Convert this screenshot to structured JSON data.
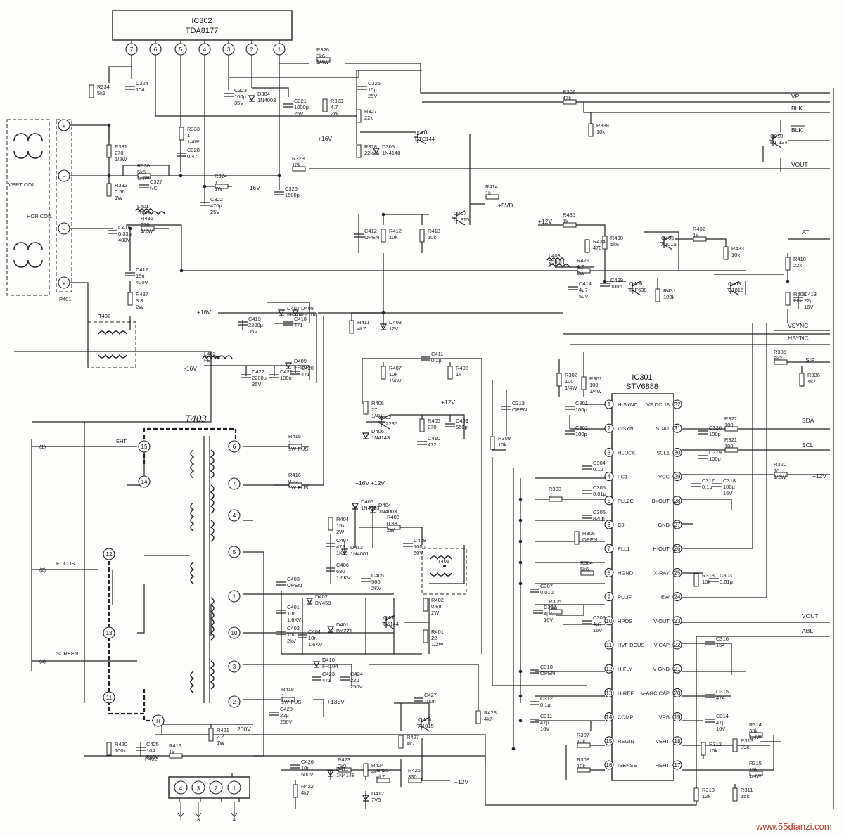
{
  "ic302": {
    "ref": "IC302",
    "part": "TDA8177",
    "pins": [
      "7",
      "6",
      "5",
      "4",
      "3",
      "2",
      "1"
    ]
  },
  "ic301": {
    "ref": "IC301",
    "part": "STV6888",
    "left_pins": [
      {
        "num": "1",
        "name": "H-SYNC"
      },
      {
        "num": "2",
        "name": "V-SYNC"
      },
      {
        "num": "3",
        "name": "HLOCK"
      },
      {
        "num": "4",
        "name": "FC1"
      },
      {
        "num": "5",
        "name": "PLL2C"
      },
      {
        "num": "6",
        "name": "C0"
      },
      {
        "num": "7",
        "name": "PLL1"
      },
      {
        "num": "8",
        "name": "HGND"
      },
      {
        "num": "9",
        "name": "PLLIF"
      },
      {
        "num": "10",
        "name": "HPOS"
      },
      {
        "num": "11",
        "name": "HVF DCUS"
      },
      {
        "num": "12",
        "name": "H-FLY"
      },
      {
        "num": "13",
        "name": "H-REF"
      },
      {
        "num": "14",
        "name": "COMP"
      },
      {
        "num": "15",
        "name": "REGIN"
      },
      {
        "num": "16",
        "name": "ISENSE"
      }
    ],
    "right_pins": [
      {
        "num": "32",
        "name": "VF DCUS"
      },
      {
        "num": "31",
        "name": "SDA1"
      },
      {
        "num": "30",
        "name": "SCL1"
      },
      {
        "num": "29",
        "name": "VCC"
      },
      {
        "num": "28",
        "name": "B+OUT"
      },
      {
        "num": "27",
        "name": "GND"
      },
      {
        "num": "26",
        "name": "H-OUT"
      },
      {
        "num": "25",
        "name": "X-RAY"
      },
      {
        "num": "24",
        "name": "EW"
      },
      {
        "num": "23",
        "name": "V-OUT"
      },
      {
        "num": "22",
        "name": "V-CAP"
      },
      {
        "num": "21",
        "name": "V-GND"
      },
      {
        "num": "20",
        "name": "V-AGC CAP"
      },
      {
        "num": "19",
        "name": "VRB"
      },
      {
        "num": "18",
        "name": "VEHT"
      },
      {
        "num": "17",
        "name": "HEHT"
      }
    ]
  },
  "signals": [
    "VP",
    "BLK",
    "BLK",
    "VOUT",
    "AT",
    "VSYNC",
    "HSYNC",
    "SIP",
    "SDA",
    "SCL",
    "VOUT",
    "ABL"
  ],
  "t403": {
    "title": "T403",
    "left_pins": [
      "15",
      "14",
      "12",
      "13",
      "11"
    ],
    "right_pins": [
      "6",
      "7",
      "4",
      "5",
      "1",
      "10",
      "3",
      "2"
    ],
    "bottom_pin": "R",
    "labels": [
      "EHT",
      "FOCUS",
      "SCREEN"
    ],
    "terminals": [
      "(1)",
      "(2)",
      "(3)"
    ]
  },
  "p401": {
    "ref": "P401",
    "vert": "VERT COIL",
    "hor": "HOR COIL"
  },
  "p402": {
    "ref": "P402",
    "pins": [
      "4",
      "3",
      "2",
      "1"
    ],
    "bottom": [
      "1",
      "3",
      "4"
    ]
  },
  "rails": [
    "+16V",
    "-16V",
    "+5VD",
    "+12V",
    "+16V",
    "-16V",
    "+12V",
    "+16V",
    "+12V",
    "+135V",
    "+12V",
    "+12V",
    "200V"
  ],
  "components": [
    {
      "ref": "R326",
      "val": "3k6",
      "v2": "1/4W"
    },
    {
      "ref": "R334",
      "val": "5k1"
    },
    {
      "ref": "C324",
      "val": "104"
    },
    {
      "ref": "C323",
      "val": "100μ",
      "v2": "35V"
    },
    {
      "ref": "D304",
      "val": "1N4003"
    },
    {
      "ref": "C321",
      "val": "1000μ",
      "v2": "25V"
    },
    {
      "ref": "R323",
      "val": "4.7",
      "v2": "2W"
    },
    {
      "ref": "C325",
      "val": "10μ",
      "v2": "25V"
    },
    {
      "ref": "R327",
      "val": "22k"
    },
    {
      "ref": "R328",
      "val": "22k"
    },
    {
      "ref": "D305",
      "val": "1N4148"
    },
    {
      "ref": "Q301",
      "val": "DTC144"
    },
    {
      "ref": "R307",
      "val": "47k"
    },
    {
      "ref": "R338",
      "val": "10k"
    },
    {
      "ref": "Q010",
      "val": "DT 124"
    },
    {
      "ref": "R331",
      "val": "270",
      "v2": "1/2W"
    },
    {
      "ref": "R333",
      "val": "1",
      "v2": "1/4W"
    },
    {
      "ref": "R330",
      "val": "5k6",
      "v2": "1/4W"
    },
    {
      "ref": "C328",
      "val": "0.47"
    },
    {
      "ref": "R329",
      "val": "12k"
    },
    {
      "ref": "R332",
      "val": "0.56",
      "v2": "1W"
    },
    {
      "ref": "C327",
      "val": "NC"
    },
    {
      "ref": "C322",
      "val": "470μ",
      "v2": "25V"
    },
    {
      "ref": "R324",
      "val": "1",
      "v2": "1W"
    },
    {
      "ref": "C326",
      "val": "1500p"
    },
    {
      "ref": "R414",
      "val": "1k"
    },
    {
      "ref": "L401",
      "val": "10μH"
    },
    {
      "ref": "C416",
      "val": "0.33μ",
      "v2": "400V"
    },
    {
      "ref": "R436",
      "val": "270",
      "v2": "1/2W"
    },
    {
      "ref": "C417",
      "val": "15n",
      "v2": "400V"
    },
    {
      "ref": "R437",
      "val": "3.3",
      "v2": "2W"
    },
    {
      "ref": "Q407",
      "val": "C1815"
    },
    {
      "ref": "C412",
      "val": "OPEN"
    },
    {
      "ref": "R412",
      "val": "10k"
    },
    {
      "ref": "R413",
      "val": "10k"
    },
    {
      "ref": "R435",
      "val": "1k"
    },
    {
      "ref": "R434",
      "val": "470"
    },
    {
      "ref": "R430",
      "val": "5k6"
    },
    {
      "ref": "Q405",
      "val": "A1015"
    },
    {
      "ref": "R432",
      "val": "1k"
    },
    {
      "ref": "R433",
      "val": "10k"
    },
    {
      "ref": "L403",
      "val": "230μH"
    },
    {
      "ref": "R429",
      "val": "4.7",
      "v2": "2W"
    },
    {
      "ref": "Q406",
      "val": "IRF630"
    },
    {
      "ref": "C414",
      "val": "4μ7",
      "v2": "50V"
    },
    {
      "ref": "C429",
      "val": "100p"
    },
    {
      "ref": "R431",
      "val": "100k"
    },
    {
      "ref": "R410",
      "val": "22k"
    },
    {
      "ref": "R409",
      "val": "22k"
    },
    {
      "ref": "C413",
      "val": "22μ",
      "v2": "16V"
    },
    {
      "ref": "Q403",
      "val": "C1815"
    },
    {
      "ref": "D407",
      "val": "FR104"
    },
    {
      "ref": "D408",
      "val": "FR104"
    },
    {
      "ref": "C419",
      "val": "2200μ",
      "v2": "35V"
    },
    {
      "ref": "C418",
      "val": "471"
    },
    {
      "ref": "R411",
      "val": "4k7"
    },
    {
      "ref": "D403",
      "val": "12V"
    },
    {
      "ref": "L402",
      "val": "FB"
    },
    {
      "ref": "D409",
      "val": "FR104"
    },
    {
      "ref": "C422",
      "val": "2200μ",
      "v2": "35V"
    },
    {
      "ref": "C421",
      "val": "100n"
    },
    {
      "ref": "C420",
      "val": "471"
    },
    {
      "ref": "R407",
      "val": "10k",
      "v2": "1/4W"
    },
    {
      "ref": "C411",
      "val": "0.1μ"
    },
    {
      "ref": "R408",
      "val": "1k"
    },
    {
      "ref": "R335",
      "val": "8k2"
    },
    {
      "ref": "R336",
      "val": "4k7"
    },
    {
      "ref": "R302",
      "val": "100",
      "v2": "1/4W"
    },
    {
      "ref": "R301",
      "val": "100",
      "v2": "1/4W"
    },
    {
      "ref": "C301",
      "val": "100p"
    },
    {
      "ref": "C302",
      "val": "100p"
    },
    {
      "ref": "R406",
      "val": "27",
      "v2": "1/4W"
    },
    {
      "ref": "Q402",
      "val": "SC2235"
    },
    {
      "ref": "D406",
      "val": "1N4148"
    },
    {
      "ref": "R405",
      "val": "270"
    },
    {
      "ref": "C410",
      "val": "472"
    },
    {
      "ref": "C409",
      "val": "560p"
    },
    {
      "ref": "C313",
      "val": "OPEN"
    },
    {
      "ref": "R309",
      "val": "10k"
    },
    {
      "ref": "R322",
      "val": "100"
    },
    {
      "ref": "C320",
      "val": "100p"
    },
    {
      "ref": "R321",
      "val": "100"
    },
    {
      "ref": "C319",
      "val": "100p"
    },
    {
      "ref": "R320",
      "val": "10",
      "v2": "1/2W"
    },
    {
      "ref": "C317",
      "val": "0.1μ"
    },
    {
      "ref": "C318",
      "val": "100μ",
      "v2": "16V"
    },
    {
      "ref": "R415",
      "val": "1",
      "v2": "1W FUS"
    },
    {
      "ref": "R416",
      "val": "0.22",
      "v2": "1W FUS"
    },
    {
      "ref": "D405",
      "val": "1N4003"
    },
    {
      "ref": "D404",
      "val": "1N4003"
    },
    {
      "ref": "R403",
      "val": "0.33",
      "v2": "2W"
    },
    {
      "ref": "R404",
      "val": "15k",
      "v2": "2W"
    },
    {
      "ref": "C407",
      "val": "472",
      "v2": "1KV"
    },
    {
      "ref": "D413",
      "val": "1N4001"
    },
    {
      "ref": "C408",
      "val": "100μ",
      "v2": "50V"
    },
    {
      "ref": "T401",
      "val": ""
    },
    {
      "ref": "C304",
      "val": "0.1μ"
    },
    {
      "ref": "R303",
      "val": "0"
    },
    {
      "ref": "C305",
      "val": "0.01μ"
    },
    {
      "ref": "C306",
      "val": "820p"
    },
    {
      "ref": "R306",
      "val": "OPEN"
    },
    {
      "ref": "R304",
      "val": "5k6"
    },
    {
      "ref": "R318",
      "val": "10k"
    },
    {
      "ref": "C303",
      "val": "0.01μ"
    },
    {
      "ref": "C406",
      "val": "680",
      "v2": "1.6KV"
    },
    {
      "ref": "C405",
      "val": "560",
      "v2": "2KV"
    },
    {
      "ref": "C403",
      "val": "OPEN"
    },
    {
      "ref": "C401",
      "val": "10n",
      "v2": "1.6KV"
    },
    {
      "ref": "D402",
      "val": "BY459"
    },
    {
      "ref": "C402",
      "val": "10n",
      "v2": "2kV"
    },
    {
      "ref": "C404",
      "val": "10n",
      "v2": "1.6KV"
    },
    {
      "ref": "D401",
      "val": "BYZ71"
    },
    {
      "ref": "Q401",
      "val": "C5144"
    },
    {
      "ref": "R402",
      "val": "0.68",
      "v2": "2W"
    },
    {
      "ref": "R401",
      "val": "22",
      "v2": "1/2W"
    },
    {
      "ref": "C307",
      "val": "0.01μ"
    },
    {
      "ref": "C308",
      "val": "4μ7",
      "v2": "16V"
    },
    {
      "ref": "R305",
      "val": "5k6"
    },
    {
      "ref": "C309",
      "val": "4μ7",
      "v2": "16V"
    },
    {
      "ref": "C316",
      "val": "154"
    },
    {
      "ref": "C310",
      "val": "OPEN"
    },
    {
      "ref": "D410",
      "val": "FR104"
    },
    {
      "ref": "C423",
      "val": "471"
    },
    {
      "ref": "C424",
      "val": "22μ",
      "v2": "250V"
    },
    {
      "ref": "R418",
      "val": "1",
      "v2": "1W FUS"
    },
    {
      "ref": "C428",
      "val": "22μ",
      "v2": "250V"
    },
    {
      "ref": "C315",
      "val": "474"
    },
    {
      "ref": "C427",
      "val": "100n"
    },
    {
      "ref": "G404",
      "val": "A1015"
    },
    {
      "ref": "R428",
      "val": "4k7"
    },
    {
      "ref": "C312",
      "val": "0.1μ"
    },
    {
      "ref": "C311",
      "val": "47μ",
      "v2": "16V"
    },
    {
      "ref": "C314",
      "val": "47μ",
      "v2": "16V"
    },
    {
      "ref": "R427",
      "val": "4k7"
    },
    {
      "ref": "R421",
      "val": "2.2",
      "v2": "1W"
    },
    {
      "ref": "R420",
      "val": "100k"
    },
    {
      "ref": "C425",
      "val": "104",
      "v2": "500V"
    },
    {
      "ref": "R419",
      "val": "1k"
    },
    {
      "ref": "R307",
      "val": "10k"
    },
    {
      "ref": "R308",
      "val": "10k"
    },
    {
      "ref": "R312",
      "val": "10k"
    },
    {
      "ref": "R313",
      "val": "39k"
    },
    {
      "ref": "R314",
      "val": "33k",
      "v2": "1/4W"
    },
    {
      "ref": "R315",
      "val": "15k",
      "v2": "1/4W"
    },
    {
      "ref": "R310",
      "val": "12k"
    },
    {
      "ref": "R311",
      "val": "15k"
    },
    {
      "ref": "C426",
      "val": "10n",
      "v2": "500V"
    },
    {
      "ref": "D411",
      "val": "1N4148"
    },
    {
      "ref": "R423",
      "val": "3k9"
    },
    {
      "ref": "R424",
      "val": "4k7"
    },
    {
      "ref": "R422",
      "val": "4k7"
    },
    {
      "ref": "D412",
      "val": "7V5"
    },
    {
      "ref": "R425",
      "val": "4k7"
    },
    {
      "ref": "R426",
      "val": "330"
    }
  ],
  "extra_labels": {
    "t402": "T402",
    "vert_pin_nums": [
      "1",
      "3",
      "1"
    ],
    "watermark": "www.55dianzi.com"
  }
}
